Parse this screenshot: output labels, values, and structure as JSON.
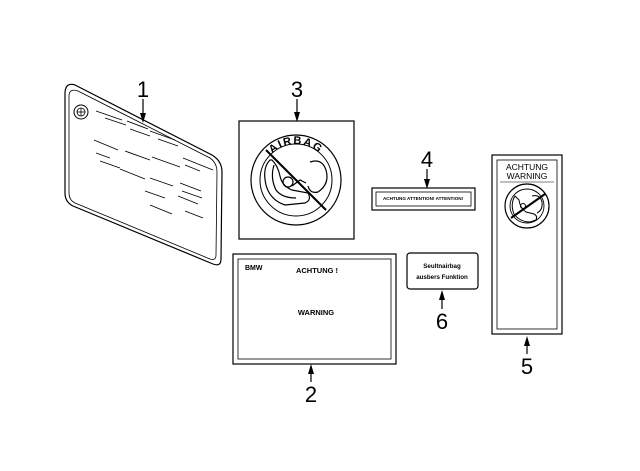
{
  "diagram": {
    "type": "parts-diagram",
    "callouts": [
      "1",
      "2",
      "3",
      "4",
      "5",
      "6"
    ],
    "part2": {
      "brand": "BMW",
      "heading": "ACHTUNG !",
      "body": "WARNING"
    },
    "part3": {
      "label": "AIRBAG"
    },
    "part4": {
      "text": "ACHTUNG ATTENTION! ATTENTION!"
    },
    "part5": {
      "line1": "ACHTUNG",
      "line2": "WARNING"
    },
    "part6": {
      "line1": "Seultnairbag",
      "line2": "ausbers Funktion"
    }
  }
}
